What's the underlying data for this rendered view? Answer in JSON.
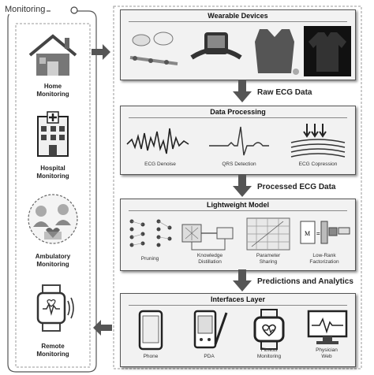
{
  "monitoring": {
    "title": "Monitoring",
    "items": [
      {
        "label_line1": "Home",
        "label_line2": "Monitoring",
        "icon": "house-icon"
      },
      {
        "label_line1": "Hospital",
        "label_line2": "Monitoring",
        "icon": "hospital-icon"
      },
      {
        "label_line1": "Ambulatory",
        "label_line2": "Monitoring",
        "icon": "ambulatory-icon"
      },
      {
        "label_line1": "Remote",
        "label_line2": "Monitoring",
        "icon": "smartwatch-icon"
      }
    ]
  },
  "panels": {
    "wearable": {
      "title": "Wearable Devices"
    },
    "processing": {
      "title": "Data Processing",
      "items": [
        "ECG Denoise",
        "QRS Detection",
        "ECG Copression"
      ]
    },
    "lightweight": {
      "title": "Lightweight Model",
      "items": [
        {
          "line1": "Pruning",
          "line2": ""
        },
        {
          "line1": "Knowledge",
          "line2": "Distillation"
        },
        {
          "line1": "Parameter",
          "line2": "Sharing"
        },
        {
          "line1": "Low-Rank",
          "line2": "Factorization"
        }
      ]
    },
    "interfaces": {
      "title": "Interfaces Layer",
      "items": [
        {
          "line1": "Phone",
          "line2": ""
        },
        {
          "line1": "PDA",
          "line2": ""
        },
        {
          "line1": "Fitness",
          "line2": "Monitoring"
        },
        {
          "line1": "Physician",
          "line2": "Web"
        }
      ]
    }
  },
  "flows": [
    "Raw ECG Data",
    "Processed ECG Data",
    "Predictions and Analytics"
  ]
}
